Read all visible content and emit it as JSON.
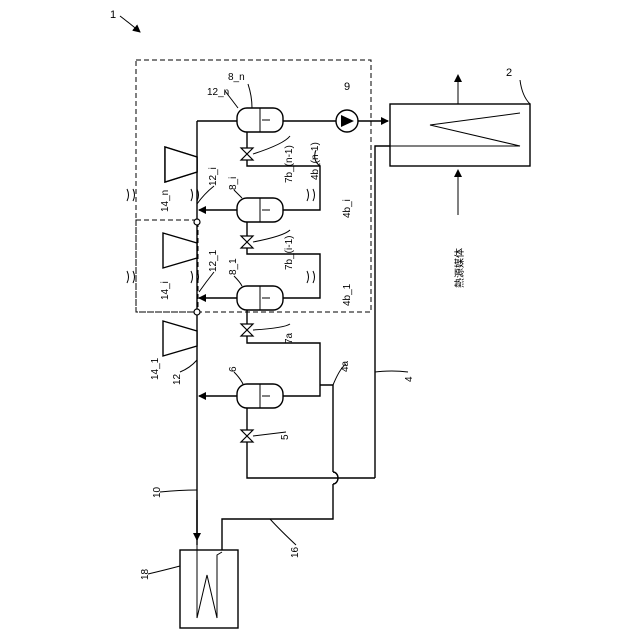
{
  "labels": {
    "system": "1",
    "heat_exchanger": "2",
    "line_4": "4",
    "line_4a": "4a",
    "line_4b_1": "4b_1",
    "line_4b_i": "4b_i",
    "line_4b_n1": "4b_(n-1)",
    "valve_5": "5",
    "sep_6": "6",
    "valve_7a": "7a",
    "valve_7b_i1": "7b_(i-1)",
    "valve_7b_n1": "7b_(n-1)",
    "sep_8_1": "8_1",
    "sep_8_i": "8_i",
    "sep_8_n": "8_n",
    "pump_9": "9",
    "line_10": "10",
    "line_12": "12",
    "line_12_1": "12_1",
    "line_12_i": "12_i",
    "line_12_n": "12_n",
    "comp_14_1": "14_1",
    "comp_14_i": "14_i",
    "comp_14_n": "14_n",
    "line_16": "16",
    "unit_18": "18",
    "heat_medium": "熱源媒体"
  }
}
